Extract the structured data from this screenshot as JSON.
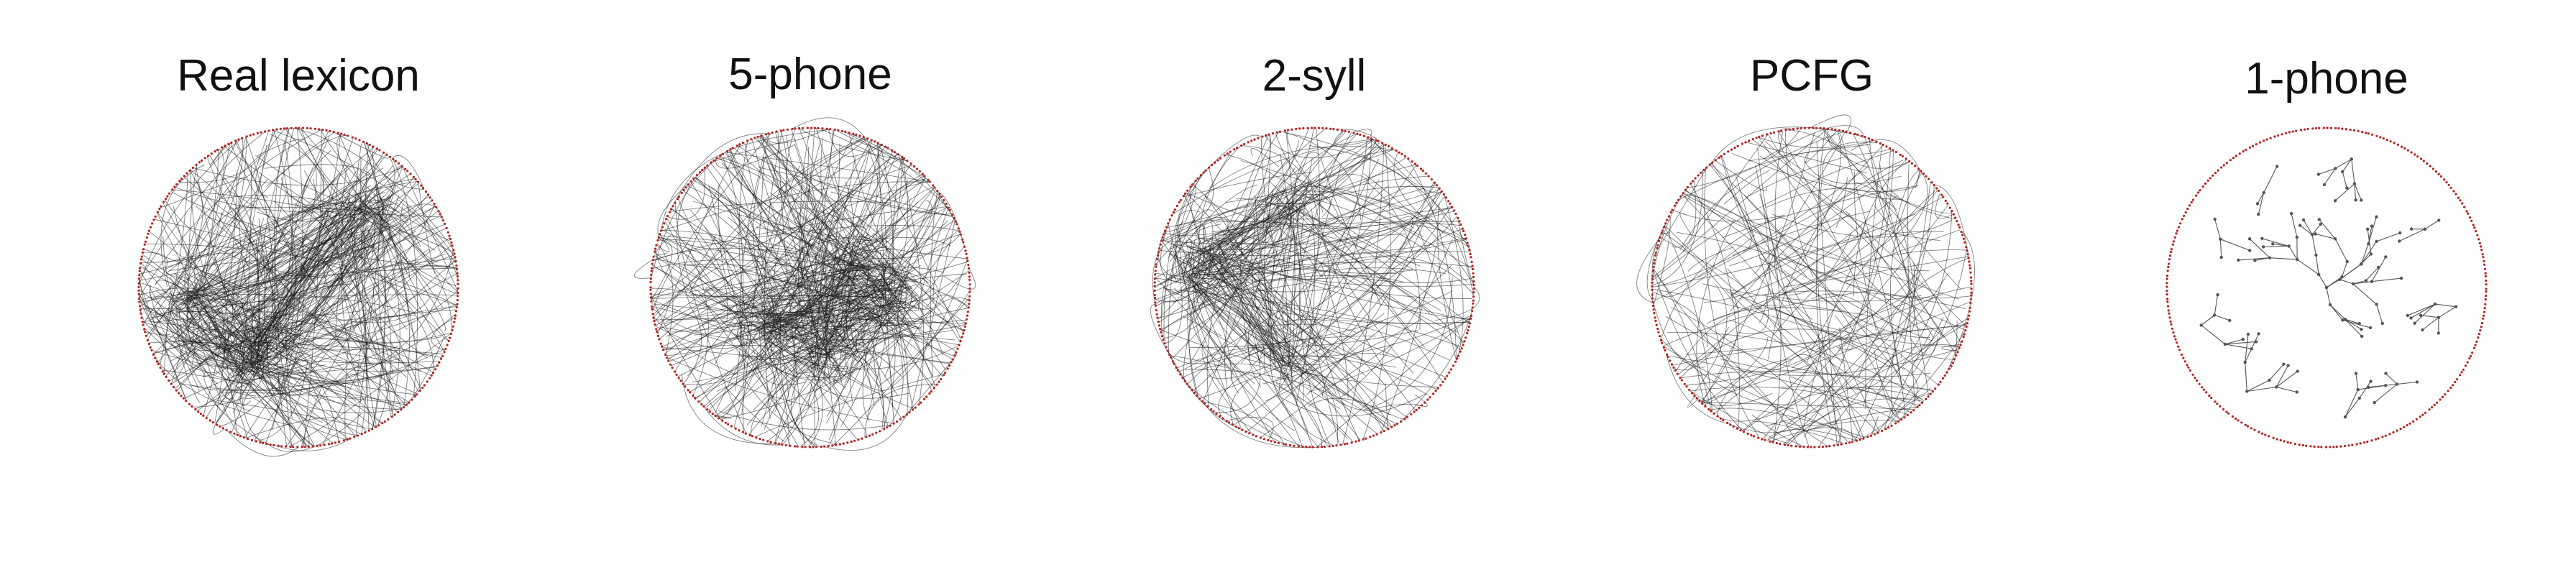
{
  "figure": {
    "panels": [
      {
        "title": "Real lexicon",
        "network": {
          "edge_density": "very-high",
          "clustered": true,
          "rim_nodes": true,
          "interior_tree": false
        }
      },
      {
        "title": "5-phone",
        "network": {
          "edge_density": "very-high",
          "clustered": true,
          "rim_nodes": true,
          "interior_tree": false
        }
      },
      {
        "title": "2-syll",
        "network": {
          "edge_density": "high",
          "clustered": true,
          "rim_nodes": true,
          "interior_tree": false
        }
      },
      {
        "title": "PCFG",
        "network": {
          "edge_density": "medium",
          "clustered": false,
          "rim_nodes": true,
          "interior_tree": false
        }
      },
      {
        "title": "1-phone",
        "network": {
          "edge_density": "very-low",
          "clustered": false,
          "rim_nodes": true,
          "interior_tree": true
        }
      }
    ],
    "colors": {
      "edge": "#1a1a1a",
      "rim_node": "#b22222",
      "tree_edge": "#555555",
      "title": "#111111"
    }
  }
}
